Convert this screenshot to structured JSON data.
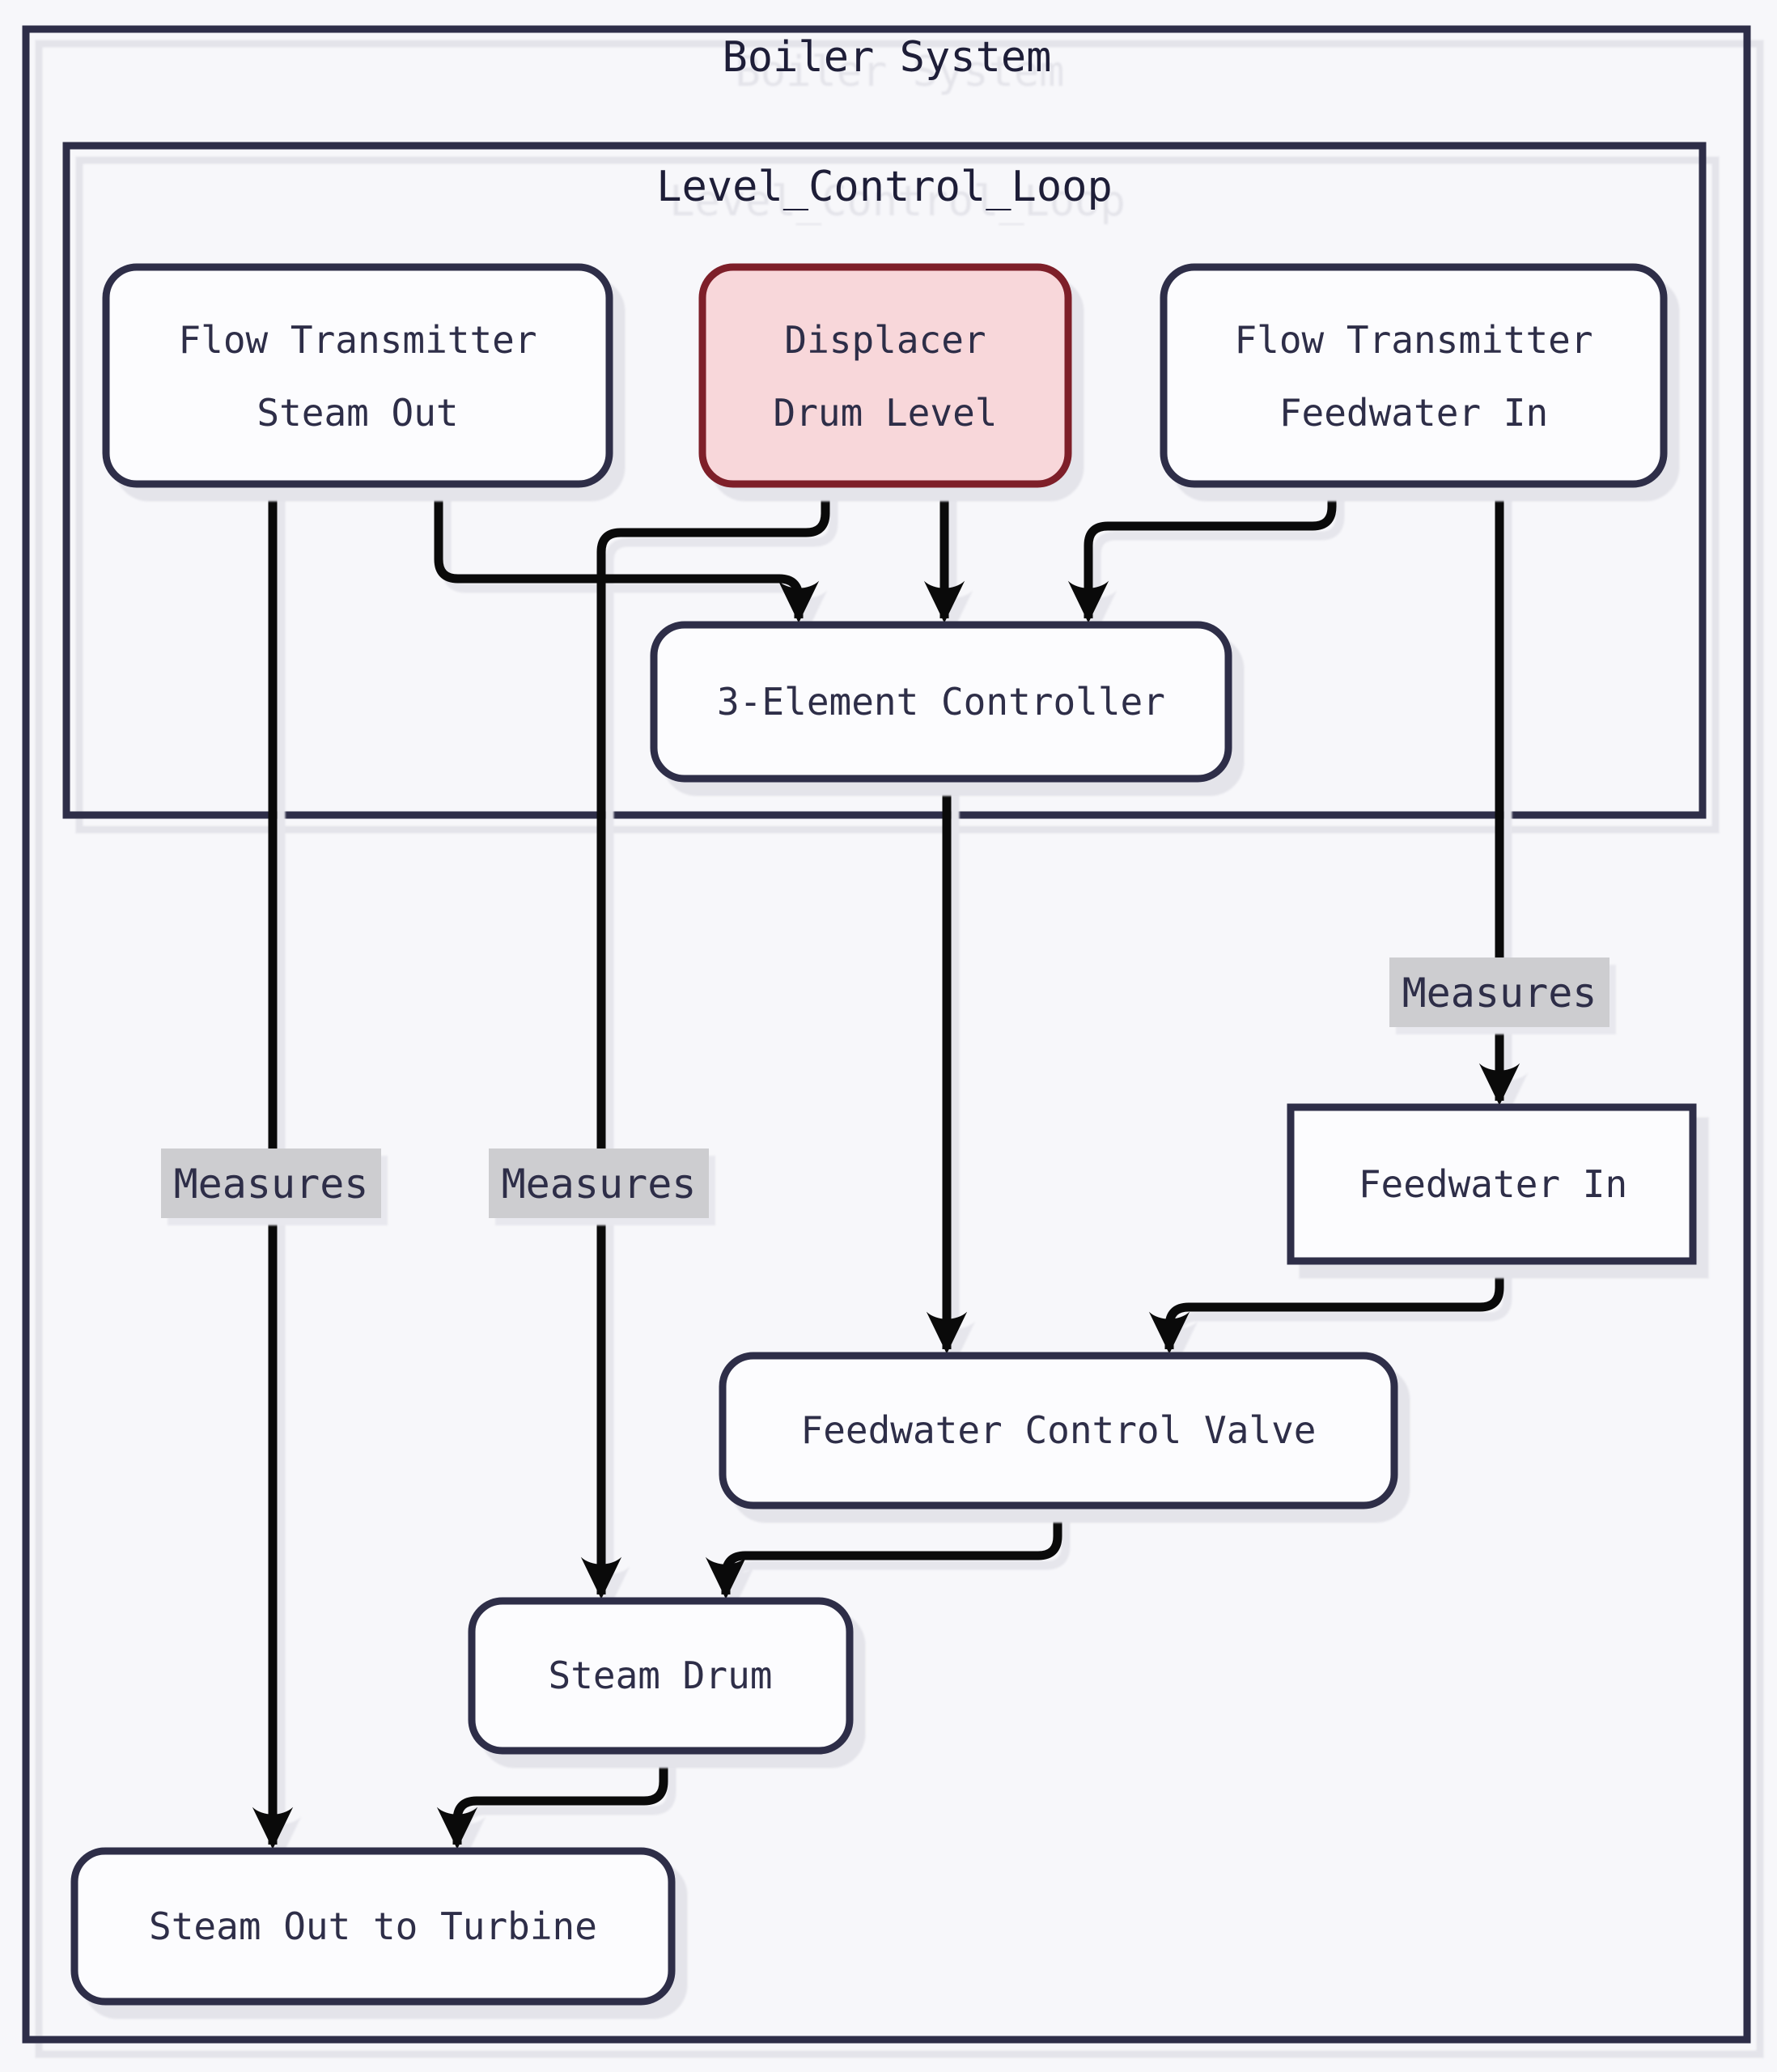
{
  "diagram": {
    "type": "flowchart",
    "direction": "top-down",
    "title": "Boiler System",
    "subgraph": {
      "title": "Level_Control_Loop"
    },
    "nodes": [
      {
        "id": "flow-transmitter-steam-out",
        "lines": [
          "Flow Transmitter",
          "Steam Out"
        ],
        "shape": "rounded",
        "highlighted": false
      },
      {
        "id": "displacer-drum-level",
        "lines": [
          "Displacer",
          "Drum Level"
        ],
        "shape": "rounded",
        "highlighted": true
      },
      {
        "id": "flow-transmitter-feedwater-in",
        "lines": [
          "Flow Transmitter",
          "Feedwater In"
        ],
        "shape": "rounded",
        "highlighted": false
      },
      {
        "id": "three-element-controller",
        "lines": [
          "3-Element Controller"
        ],
        "shape": "rounded",
        "highlighted": false
      },
      {
        "id": "feedwater-in",
        "lines": [
          "Feedwater In"
        ],
        "shape": "rect",
        "highlighted": false
      },
      {
        "id": "feedwater-control-valve",
        "lines": [
          "Feedwater Control Valve"
        ],
        "shape": "rounded",
        "highlighted": false
      },
      {
        "id": "steam-drum",
        "lines": [
          "Steam Drum"
        ],
        "shape": "rounded",
        "highlighted": false
      },
      {
        "id": "steam-out-to-turbine",
        "lines": [
          "Steam Out to Turbine"
        ],
        "shape": "rounded",
        "highlighted": false
      }
    ],
    "edges": [
      {
        "from": "flow-transmitter-steam-out",
        "to": "three-element-controller",
        "label": ""
      },
      {
        "from": "displacer-drum-level",
        "to": "three-element-controller",
        "label": ""
      },
      {
        "from": "flow-transmitter-feedwater-in",
        "to": "three-element-controller",
        "label": ""
      },
      {
        "from": "displacer-drum-level",
        "to": "steam-drum",
        "label": "Measures"
      },
      {
        "from": "flow-transmitter-steam-out",
        "to": "steam-out-to-turbine",
        "label": "Measures"
      },
      {
        "from": "flow-transmitter-feedwater-in",
        "to": "feedwater-in",
        "label": "Measures"
      },
      {
        "from": "three-element-controller",
        "to": "feedwater-control-valve",
        "label": ""
      },
      {
        "from": "feedwater-in",
        "to": "feedwater-control-valve",
        "label": ""
      },
      {
        "from": "feedwater-control-valve",
        "to": "steam-drum",
        "label": ""
      },
      {
        "from": "steam-drum",
        "to": "steam-out-to-turbine",
        "label": ""
      }
    ],
    "colors": {
      "background": "#f7f7fa",
      "node_fill": "#fcfcfe",
      "node_stroke": "#2e2e48",
      "highlight_fill": "#f8d7da",
      "highlight_stroke": "#7e1f29",
      "edge_color": "#0a0a0a",
      "edge_label_background": "#cdcdd0",
      "text_color": "#2e2e48",
      "shadow": "#e4e4ea"
    }
  }
}
